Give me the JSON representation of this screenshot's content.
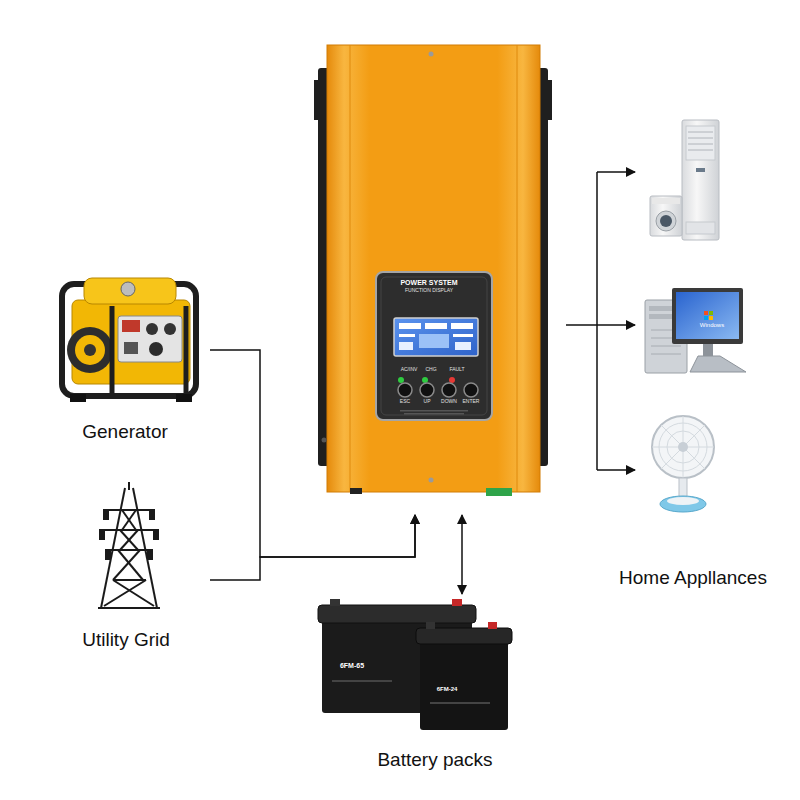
{
  "diagram": {
    "nodes": [
      {
        "text": [
          "Generator"
        ]
      },
      {
        "text": [
          "Utility Grid"
        ]
      },
      {
        "text": [
          "POWER SYSTEM",
          "FUNCTION DISPLAY",
          "AC/INV",
          "CHG",
          "FAULT",
          "ESC",
          "UP",
          "DOWN",
          "ENTER"
        ]
      },
      {
        "text": [
          "Battery packs",
          "6FM-65",
          "6FM-24"
        ]
      },
      {
        "text": [
          "Home Appllances"
        ]
      }
    ],
    "edges": [
      {
        "from": 0,
        "to": 2,
        "arrow": "to"
      },
      {
        "from": 1,
        "to": 2,
        "arrow": "to"
      },
      {
        "from": 2,
        "to": 3,
        "arrow": "both"
      },
      {
        "from": 2,
        "to": 4,
        "arrow": "to"
      }
    ],
    "labels": [
      "Windows"
    ]
  }
}
